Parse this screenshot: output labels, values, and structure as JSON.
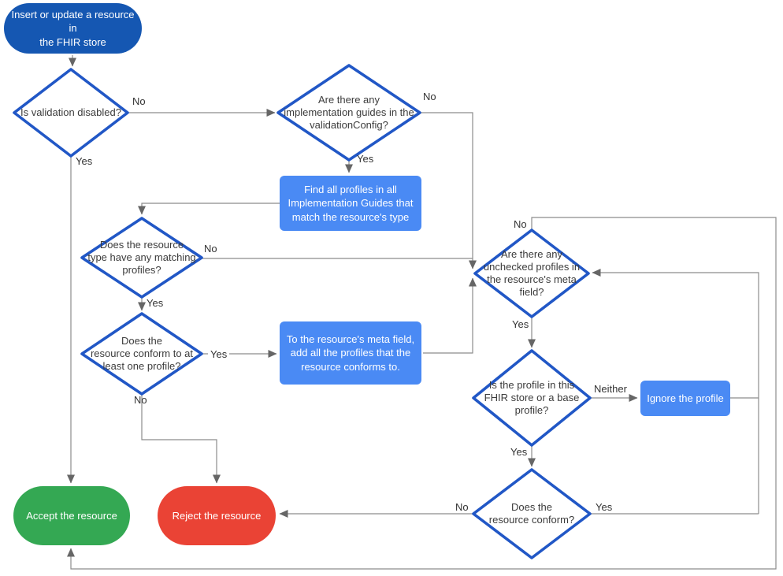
{
  "colors": {
    "start_fill": "#1557B2",
    "process_fill": "#4A8AF4",
    "decision_stroke": "#2157C6",
    "accept_fill": "#34A853",
    "reject_fill": "#EA4335",
    "edge_line": "#8C8C8C",
    "arrowhead": "#666666",
    "node_text": "#FFFFFF",
    "decision_text": "#3C3C3C",
    "label_text": "#333333"
  },
  "nodes": {
    "start": {
      "type": "terminator",
      "label": "Insert or update a resource in\nthe FHIR store"
    },
    "validation_disabled": {
      "type": "decision",
      "label": "Is validation disabled?"
    },
    "implementation_guides": {
      "type": "decision",
      "label": "Are there any\nimplementation guides in the\nvalidationConfig?"
    },
    "find_profiles": {
      "type": "process",
      "label": "Find all profiles in all\nImplementation Guides that\nmatch the resource's type"
    },
    "matching_profiles": {
      "type": "decision",
      "label": "Does the resource\ntype have any matching\nprofiles?"
    },
    "conforms_one": {
      "type": "decision",
      "label": "Does the\nresource conform to at\nleast one profile?"
    },
    "add_profiles": {
      "type": "process",
      "label": "To the resource's meta field,\nadd all the profiles that the\nresource conforms to."
    },
    "unchecked_profiles": {
      "type": "decision",
      "label": "Are there any\nunchecked profiles in\nthe resource's meta\nfield?"
    },
    "profile_in_store": {
      "type": "decision",
      "label": "Is the profile in this\nFHIR store or a base\nprofile?"
    },
    "ignore_profile": {
      "type": "process",
      "label": "Ignore the profile"
    },
    "resource_conforms": {
      "type": "decision",
      "label": "Does the\nresource conform?"
    },
    "accept": {
      "type": "terminator",
      "label": "Accept the resource"
    },
    "reject": {
      "type": "terminator",
      "label": "Reject the resource"
    }
  },
  "edge_labels": {
    "validation_disabled_no": "No",
    "validation_disabled_yes": "Yes",
    "implementation_guides_no": "No",
    "implementation_guides_yes": "Yes",
    "matching_profiles_no": "No",
    "matching_profiles_yes": "Yes",
    "conforms_one_yes": "Yes",
    "conforms_one_no": "No",
    "unchecked_profiles_no": "No",
    "unchecked_profiles_yes": "Yes",
    "profile_in_store_neither": "Neither",
    "profile_in_store_yes": "Yes",
    "resource_conforms_yes": "Yes",
    "resource_conforms_no": "No"
  }
}
